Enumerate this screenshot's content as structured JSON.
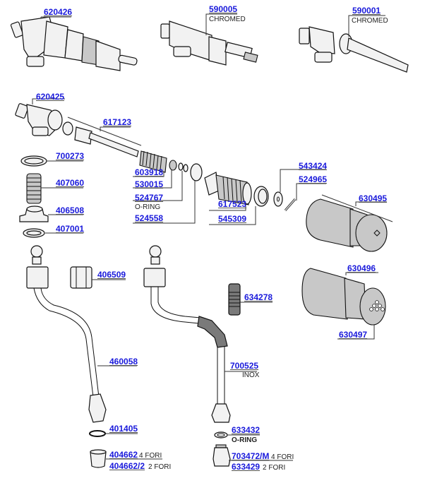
{
  "diagram": {
    "title": "Steam/water valve exploded parts diagram",
    "accent_color": "#1a1adb",
    "parts": [
      {
        "code": "620426",
        "note": ""
      },
      {
        "code": "590005",
        "note": "CHROMED"
      },
      {
        "code": "590001",
        "note": "CHROMED"
      },
      {
        "code": "620425",
        "note": ""
      },
      {
        "code": "617123",
        "note": ""
      },
      {
        "code": "700273",
        "note": ""
      },
      {
        "code": "603918",
        "note": ""
      },
      {
        "code": "407060",
        "note": ""
      },
      {
        "code": "530015",
        "note": ""
      },
      {
        "code": "524767",
        "note": "O-RING"
      },
      {
        "code": "543424",
        "note": ""
      },
      {
        "code": "524965",
        "note": ""
      },
      {
        "code": "406508",
        "note": ""
      },
      {
        "code": "617523",
        "note": ""
      },
      {
        "code": "524558",
        "note": ""
      },
      {
        "code": "545309",
        "note": ""
      },
      {
        "code": "407001",
        "note": ""
      },
      {
        "code": "630495",
        "note": ""
      },
      {
        "code": "406509",
        "note": ""
      },
      {
        "code": "634278",
        "note": ""
      },
      {
        "code": "630496",
        "note": ""
      },
      {
        "code": "630497",
        "note": ""
      },
      {
        "code": "460058",
        "note": ""
      },
      {
        "code": "700525",
        "note": "INOX"
      },
      {
        "code": "401405",
        "note": ""
      },
      {
        "code": "633432",
        "note": "O-RING"
      },
      {
        "code": "404662",
        "note": "4 FORI"
      },
      {
        "code": "404662/2",
        "note": "2 FORI"
      },
      {
        "code": "703472/M",
        "note": "4 FORI"
      },
      {
        "code": "633429",
        "note": "2 FORI"
      }
    ]
  }
}
